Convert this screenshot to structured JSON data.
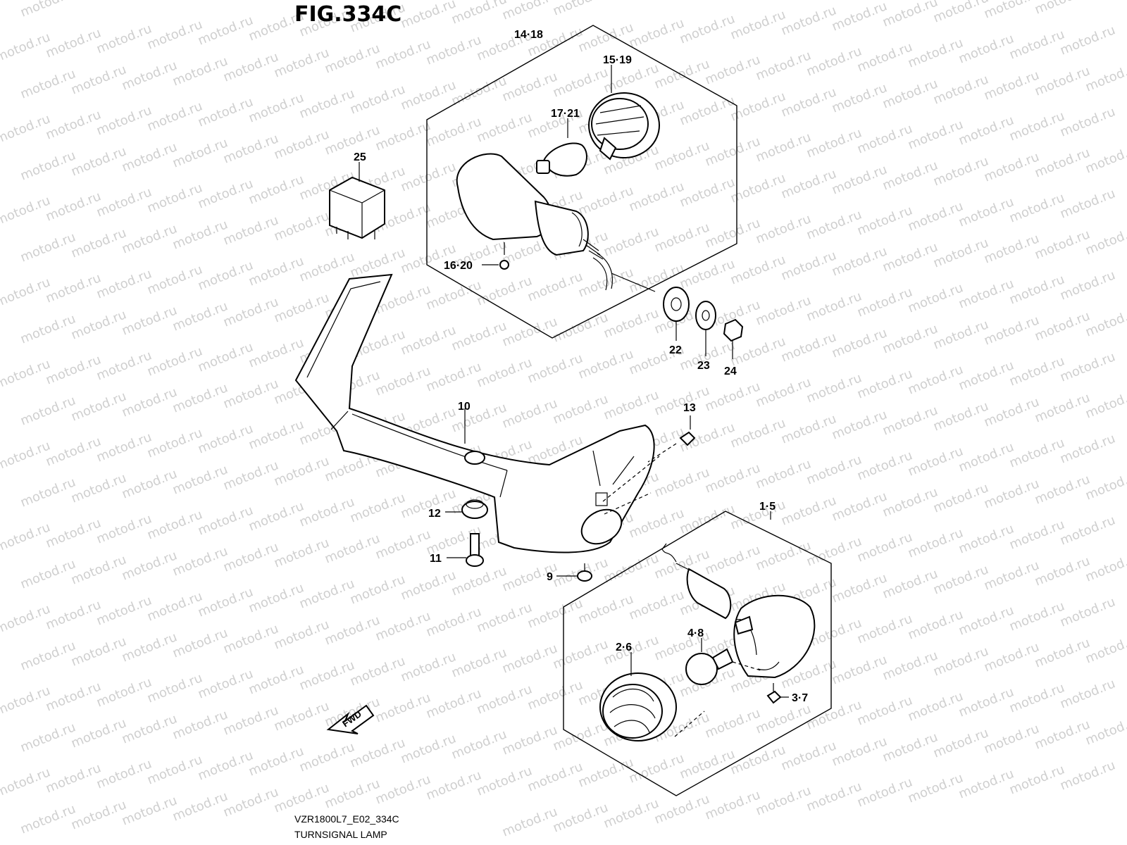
{
  "figure": {
    "title": "FIG.334C",
    "code": "VZR1800L7_E02_334C",
    "name": "TURNSIGNAL LAMP",
    "watermark": "motod.ru",
    "fwd_label": "FWD"
  },
  "callouts": {
    "c14_18": "14·18",
    "c15_19": "15·19",
    "c17_21": "17·21",
    "c25": "25",
    "c16_20": "16·20",
    "c22": "22",
    "c23": "23",
    "c24": "24",
    "c10": "10",
    "c13": "13",
    "c12": "12",
    "c11": "11",
    "c9": "9",
    "c1_5": "1·5",
    "c2_6": "2·6",
    "c4_8": "4·8",
    "c3_7": "3·7"
  }
}
